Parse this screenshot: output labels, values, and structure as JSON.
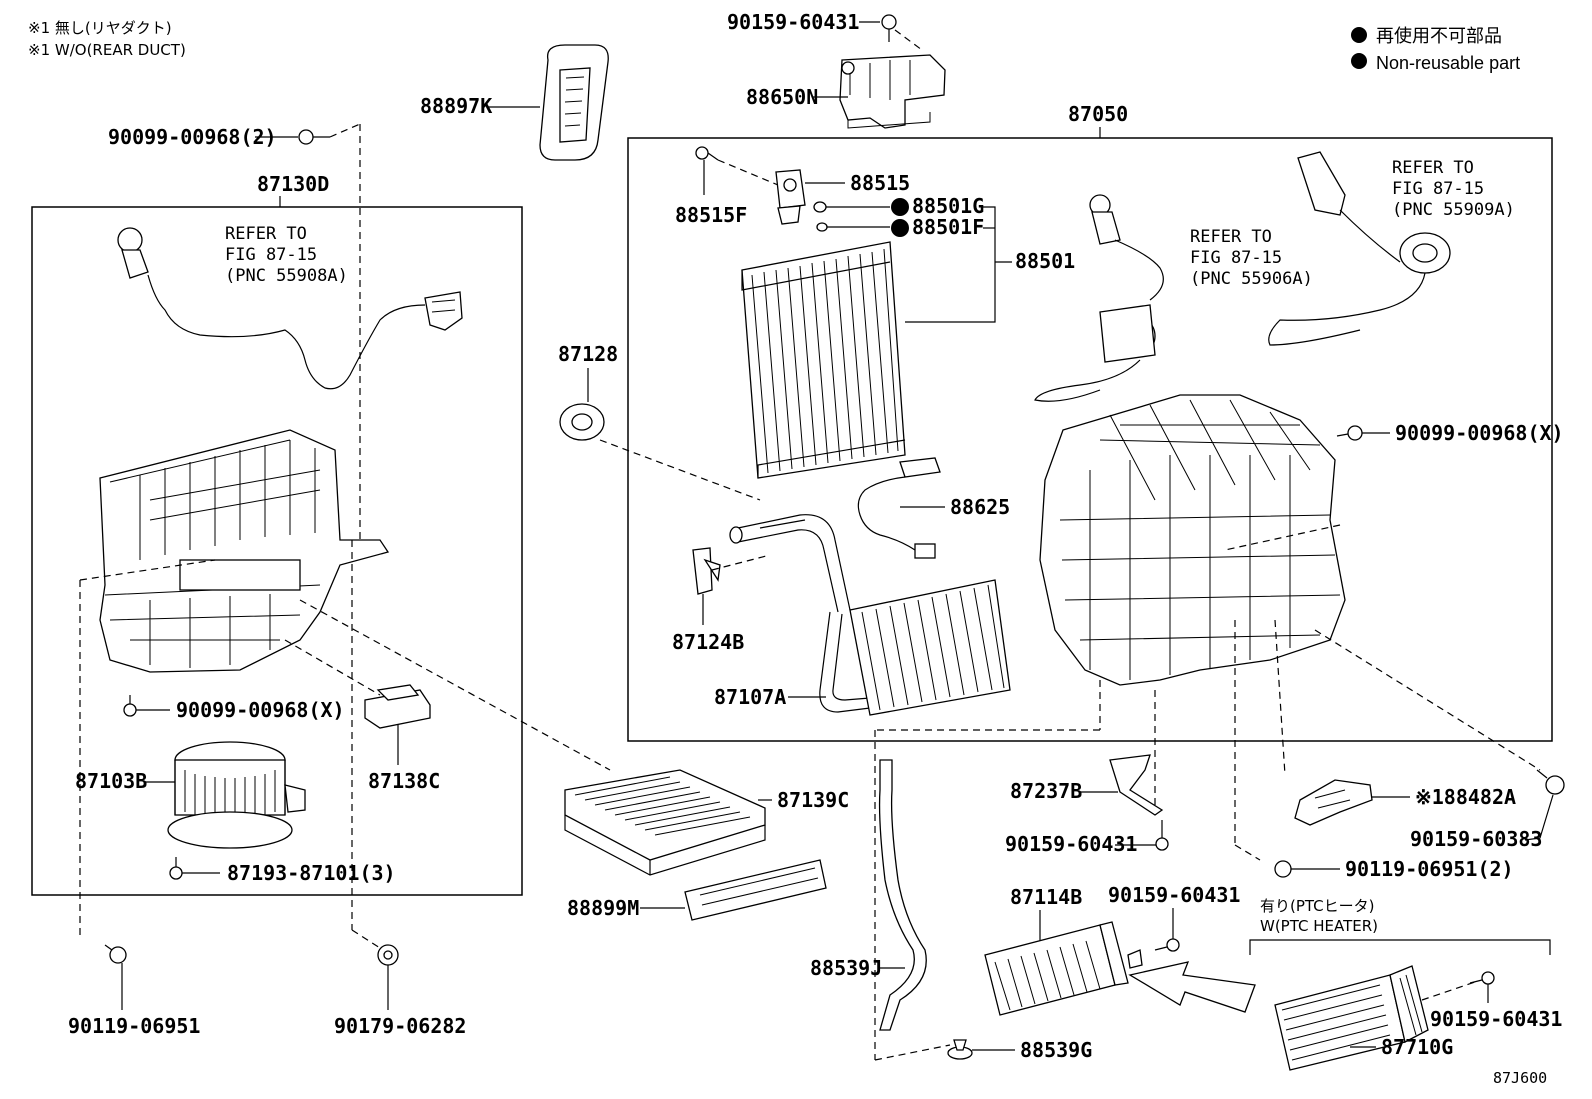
{
  "notes": {
    "line1": "※1 無し(リヤダクト)",
    "line2": "※1 W/O(REAR DUCT)"
  },
  "legend": {
    "jp": "再使用不可部品",
    "en": "Non-reusable part"
  },
  "figure_code": "87J600",
  "refs": {
    "left": {
      "l1": "REFER TO",
      "l2": "FIG 87-15",
      "l3": "(PNC 55908A)"
    },
    "mid": {
      "l1": "REFER TO",
      "l2": "FIG 87-15",
      "l3": "(PNC 55906A)"
    },
    "right": {
      "l1": "REFER TO",
      "l2": "FIG 87-15",
      "l3": "(PNC 55909A)"
    }
  },
  "ptc": {
    "jp": "有り(PTCヒータ)",
    "en": "W(PTC HEATER)"
  },
  "labels": {
    "p90159_60431_top": "90159-60431",
    "p88650N": "88650N",
    "p88897K": "88897K",
    "p90099_00968_2": "90099-00968(2)",
    "p87130D": "87130D",
    "p87050": "87050",
    "p88515": "88515",
    "p88515F": "88515F",
    "p88501G": "88501G",
    "p88501F": "88501F",
    "p88501": "88501",
    "p87128": "87128",
    "p88625": "88625",
    "p87124B": "87124B",
    "p87107A": "87107A",
    "p90099_00968_x_right": "90099-00968(X)",
    "p90099_00968_x_left": "90099-00968(X)",
    "p87103B": "87103B",
    "p87138C": "87138C",
    "p87193_87101_3": "87193-87101(3)",
    "p87139C": "87139C",
    "p88899M": "88899M",
    "p87237B": "87237B",
    "p90159_60431_mid": "90159-60431",
    "p88482A": "※188482A",
    "p90159_60383": "90159-60383",
    "p90119_06951_2": "90119-06951(2)",
    "p87114B": "87114B",
    "p90159_60431_lower": "90159-60431",
    "p88539J": "88539J",
    "p88539G": "88539G",
    "p90159_60431_ptc": "90159-60431",
    "p87710G": "87710G",
    "p90119_06951": "90119-06951",
    "p90179_06282": "90179-06282"
  }
}
